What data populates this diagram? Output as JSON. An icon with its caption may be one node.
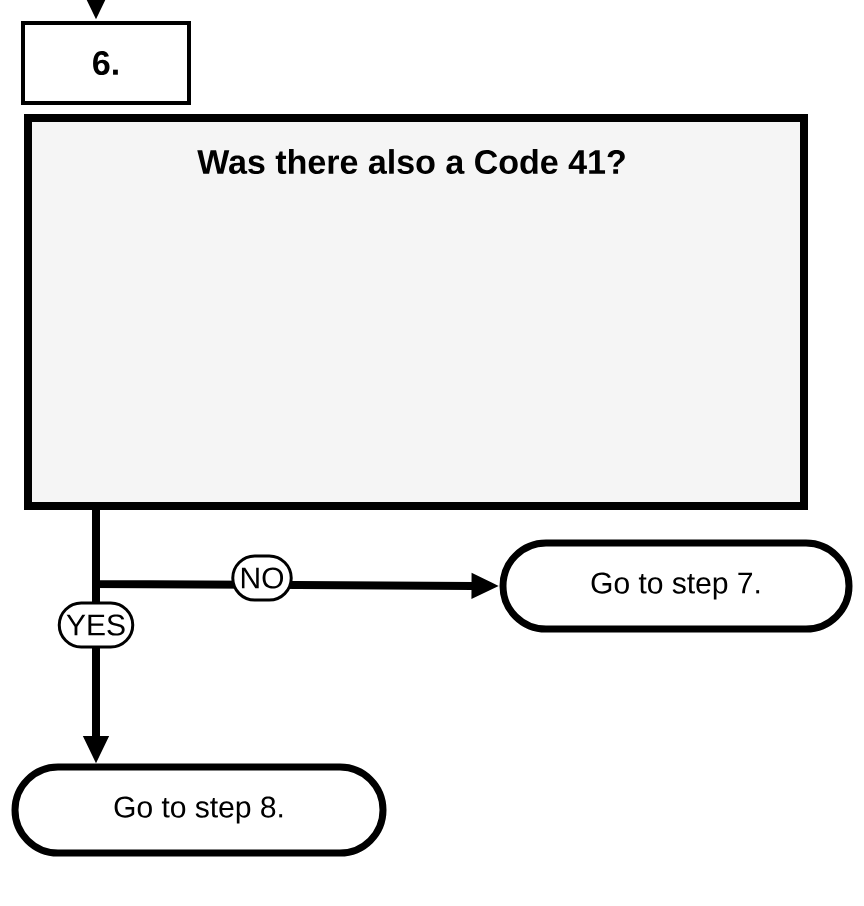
{
  "diagram": {
    "nodes": [
      {
        "text": [
          "6."
        ]
      },
      {
        "text": [
          "Was there also a Code 41?"
        ]
      },
      {
        "text": [
          "Go to step 7."
        ]
      },
      {
        "text": [
          "Go to step 8."
        ]
      }
    ],
    "edges": [
      {
        "from": null,
        "to": 0,
        "arrow": "to"
      },
      {
        "from": 1,
        "to": 2,
        "arrow": "to",
        "label": "NO"
      },
      {
        "from": 1,
        "to": 3,
        "arrow": "to",
        "label": "YES"
      }
    ]
  }
}
